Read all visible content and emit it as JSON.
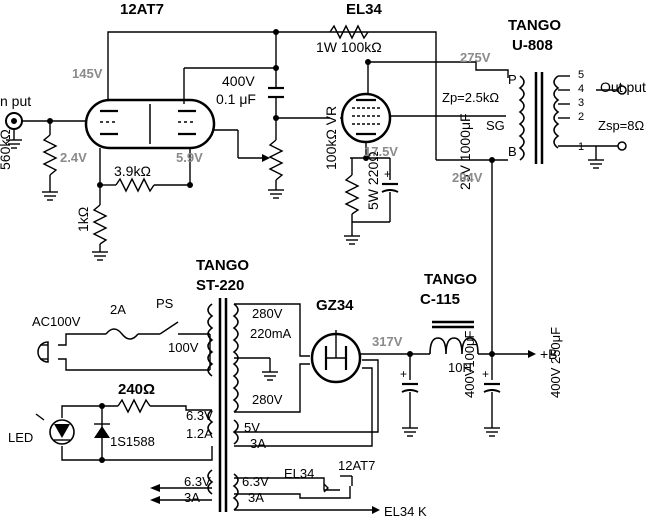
{
  "tubes": {
    "preamp": "12AT7",
    "output": "EL34",
    "rectifier": "GZ34"
  },
  "output_transformer": {
    "maker": "TANGO",
    "model": "U-808",
    "zp": "Zp=2.5kΩ",
    "zsp": "Zsp=8Ω",
    "p": "P",
    "sg": "SG",
    "b": "B",
    "taps": [
      "5",
      "4",
      "3",
      "2",
      "1"
    ],
    "output_label": "Out put"
  },
  "power_transformer": {
    "maker": "TANGO",
    "model": "ST-220",
    "hv1": "280V",
    "current": "220mA",
    "hv2": "280V",
    "primary": "100V",
    "heater_v": "6.3V",
    "heater_a": "1.2A",
    "rect_v": "5V",
    "rect_a": "3A",
    "out_v": "6.3V",
    "out_a": "3A",
    "out_v2": "6.3V",
    "out_a2": "3A"
  },
  "choke": {
    "maker": "TANGO",
    "model": "C-115",
    "inductance": "10H"
  },
  "input": {
    "label": "n put"
  },
  "mains": {
    "label": "AC100V",
    "fuse": "2A",
    "switch": "PS"
  },
  "components": {
    "r_grid": "560kΩ",
    "r_k1": "1kΩ",
    "r_fb": "3.9kΩ",
    "cap_couple_v": "400V",
    "cap_couple_c": "0.1 μF",
    "r_plate": "1W 100kΩ",
    "vr": "100kΩ VR",
    "r_cathode": "5W 220Ω",
    "c_cathode": "25V 1000μF",
    "r_led": "240Ω",
    "diode": "1S1588",
    "led": "LED",
    "c_filter1": "400V100μF",
    "c_filter2": "400V 250μF"
  },
  "voltages": {
    "v145": "145V",
    "v24": "2.4V",
    "v59": "5.9V",
    "v275": "275V",
    "v175": "17.5V",
    "v294": "294V",
    "v317": "317V"
  },
  "rails": {
    "b_plus": "+B",
    "el34": "EL34",
    "at7": "12AT7",
    "el34k": "EL34 K"
  }
}
